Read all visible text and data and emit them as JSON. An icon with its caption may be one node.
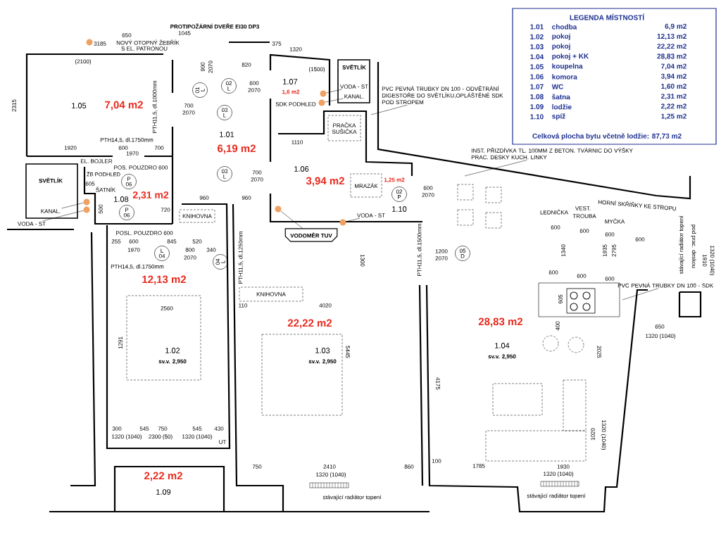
{
  "diagram": {
    "nodes": [
      {
        "text": [
          "1.05",
          "7,04 m2"
        ]
      },
      {
        "text": [
          "1.01",
          "6,19 m2"
        ]
      },
      {
        "text": [
          "1.07",
          "1,6 m2"
        ]
      },
      {
        "text": [
          "1.06",
          "3,94 m2"
        ]
      },
      {
        "text": [
          "1.08",
          "2,31 m2"
        ]
      },
      {
        "text": [
          "1,25 m2",
          "1.10"
        ]
      },
      {
        "text": [
          "12,13 m2",
          "1.02",
          "sv.v. 2,950"
        ]
      },
      {
        "text": [
          "22,22 m2",
          "1.03",
          "sv.v. 2,950"
        ]
      },
      {
        "text": [
          "28,83 m2",
          "1.04",
          "sv.v. 2,950"
        ]
      },
      {
        "text": [
          "2,22 m2",
          "1.09"
        ]
      },
      {
        "text": [
          "SVĚTLÍK"
        ]
      },
      {
        "text": [
          "KANAL."
        ],
        "in": 10
      },
      {
        "text": [
          "VODA - ST"
        ]
      },
      {
        "text": [],
        "shape": "circle"
      },
      {
        "text": [],
        "shape": "circle"
      },
      {
        "text": [
          "SVĚTLÍK"
        ]
      },
      {
        "text": [
          "VODA - ST"
        ],
        "in": 15
      },
      {
        "text": [
          "KANAL."
        ],
        "in": 15
      },
      {
        "text": [],
        "shape": "circle"
      },
      {
        "text": [],
        "shape": "circle"
      },
      {
        "text": [
          "VODOMĚR TUV"
        ]
      },
      {
        "text": [],
        "shape": "circle"
      },
      {
        "text": [
          "VODA - ST"
        ]
      },
      {
        "text": [],
        "shape": "circle"
      },
      {
        "text": [
          "MRAZÁK"
        ]
      },
      {
        "text": [
          "PRAČKA SUŠIČKA"
        ]
      },
      {
        "text": [
          "KNIHOVNA"
        ]
      },
      {
        "text": [
          "KNIHOVNA"
        ]
      },
      {
        "text": [
          "01",
          "L"
        ]
      },
      {
        "text": [
          "02",
          "L"
        ]
      },
      {
        "text": [
          "03",
          "L"
        ]
      },
      {
        "text": [
          "03",
          "L"
        ]
      },
      {
        "text": [
          "P",
          "06"
        ]
      },
      {
        "text": [
          "P",
          "06"
        ]
      },
      {
        "text": [
          "L",
          "04"
        ]
      },
      {
        "text": [
          "04",
          "L"
        ]
      },
      {
        "text": [
          "02",
          "P"
        ]
      },
      {
        "text": [
          "05",
          "D"
        ]
      },
      {
        "text": [
          "PVC PEVNÁ TRUBKY DN 100 - ODVĚTRÁNÍ DIGESTOŘE DO SVĚTLÍKU,OPLÁŠTĚNÉ SDK POD STROPEM"
        ]
      },
      {
        "text": [
          "INST. PŘIZDÍVKA TL. 100MM Z BETON. TVÁRNIC DO VÝŠKY PRAC. DESKY KUCH. LINKY"
        ]
      },
      {
        "text": [
          "PVC PEVNÁ TRUBKY DN 100 - SDK"
        ]
      },
      {
        "text": [
          "LEGENDA MÍSTNOSTÍ",
          "Celková plocha bytu včetně lodžie: 87,73 m2"
        ]
      },
      {
        "text": [],
        "shape": "circle"
      }
    ],
    "edges": [
      {
        "from": 11,
        "to": 13,
        "arrow": "none"
      },
      {
        "from": 12,
        "to": 14,
        "arrow": "none"
      },
      {
        "from": 16,
        "to": 18,
        "arrow": "none"
      },
      {
        "from": 17,
        "to": 19,
        "arrow": "none"
      },
      {
        "from": 20,
        "to": 21,
        "arrow": "none"
      },
      {
        "from": 22,
        "to": 23,
        "arrow": "none"
      },
      {
        "from": 38,
        "to": null,
        "arrow": "none"
      },
      {
        "from": 39,
        "to": null,
        "arrow": "none"
      },
      {
        "from": 40,
        "to": null,
        "arrow": "none"
      }
    ],
    "labels": [
      "PROTIPOŽÁRNÍ DVEŘE EI30 DP3",
      "650",
      "1045",
      "3185",
      "NOVÝ OTOPNÝ ŽEBŘÍK",
      "S EL. PATRONOU",
      "(2100)",
      "900",
      "2070",
      "820",
      "600",
      "2070",
      "2315",
      "PTH11,5, dl.1000mm",
      "700",
      "2070",
      "PTH14,5, dl.1750mm",
      "1920",
      "600",
      "700",
      "1970",
      "EL. BOJLER",
      "POS. POUZDRO 600",
      "ŽB PODHLED",
      "605",
      "ŠATNÍK",
      "500",
      "720",
      "960",
      "960",
      "375",
      "1320",
      "(1500)",
      "SDK PODHLED",
      "1110",
      "700",
      "2070",
      "600",
      "2070",
      "POSL. POUZDRO 600",
      "255",
      "600",
      "845",
      "520",
      "1970",
      "800",
      "340",
      "2070",
      "PTH14,5, dl.1750mm",
      "PTH11,5, dl.1250mm",
      "1300",
      "PTH11,5, dl.1500mm",
      "1200",
      "2070",
      "2560",
      "110",
      "4020",
      "1291",
      "5445",
      "300",
      "545",
      "750",
      "545",
      "430",
      "1320 (1040)",
      "2300 (50)",
      "1320 (1040)",
      "UT",
      "750",
      "2410",
      "1320 (1040)",
      "860",
      "stávající radiátor topení",
      "1785",
      "1930",
      "1320 (1040)",
      "stávající radiátor topení",
      "LEDNIČKA",
      "VEST.",
      "TROUBA",
      "MYČKA",
      "HORNÍ SKŘÍŇKY KE STROPU",
      "600",
      "600",
      "600",
      "600",
      "1340",
      "1935",
      "2795",
      "600",
      "600",
      "600",
      "605",
      "400",
      "stávající radiátor topení",
      "pod prac. deskou",
      "1910",
      "1320 (1040)",
      "650",
      "1320 (1040)",
      "2025",
      "4175",
      "1020",
      "1320 (1040)",
      "100",
      "1.01",
      "chodba",
      "6,9 m2",
      "1.02",
      "pokoj",
      "12,13 m2",
      "1.03",
      "pokoj",
      "22,22 m2",
      "1.04",
      "pokoj + KK",
      "28,83 m2",
      "1.05",
      "koupelna",
      "7,04 m2",
      "1.06",
      "komora",
      "3,94 m2",
      "1.07",
      "WC",
      "1,60 m2",
      "1.08",
      "šatna",
      "2,31 m2",
      "1.09",
      "lodžie",
      "2,22 m2",
      "1.10",
      "spíž",
      "1,25 m2"
    ]
  }
}
